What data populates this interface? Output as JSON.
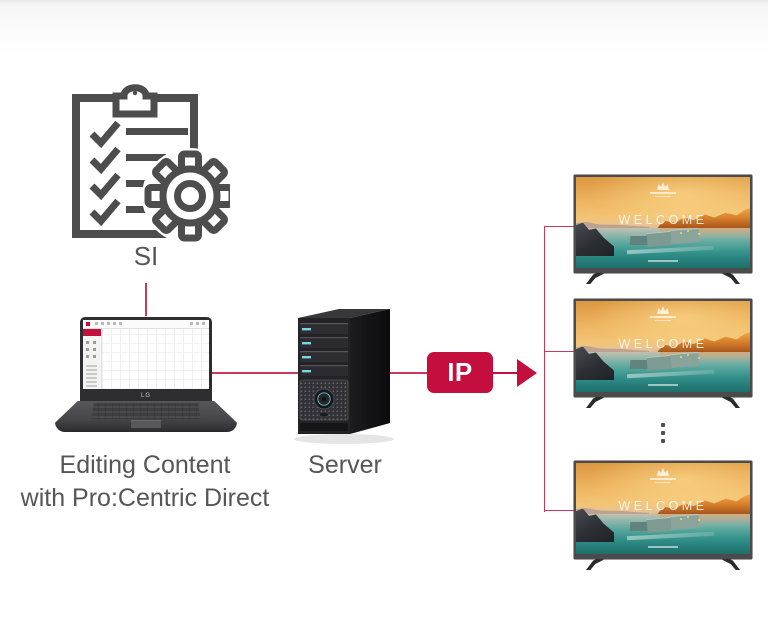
{
  "colors": {
    "accent": "#c40e3e",
    "connector": "#c93a58",
    "text_gray": "#565656"
  },
  "si_node": {
    "label": "SI",
    "icon": "clipboard-checklist-gear"
  },
  "editor_node": {
    "caption_line1": "Editing Content",
    "caption_line2": "with Pro:Centric Direct",
    "laptop_brand": "LG"
  },
  "server_node": {
    "caption": "Server"
  },
  "ip_node": {
    "label": "IP"
  },
  "tv_node": {
    "welcome_text": "WELCOME",
    "visible_tv_count": 3,
    "more_tvs_ellipsis": true
  }
}
